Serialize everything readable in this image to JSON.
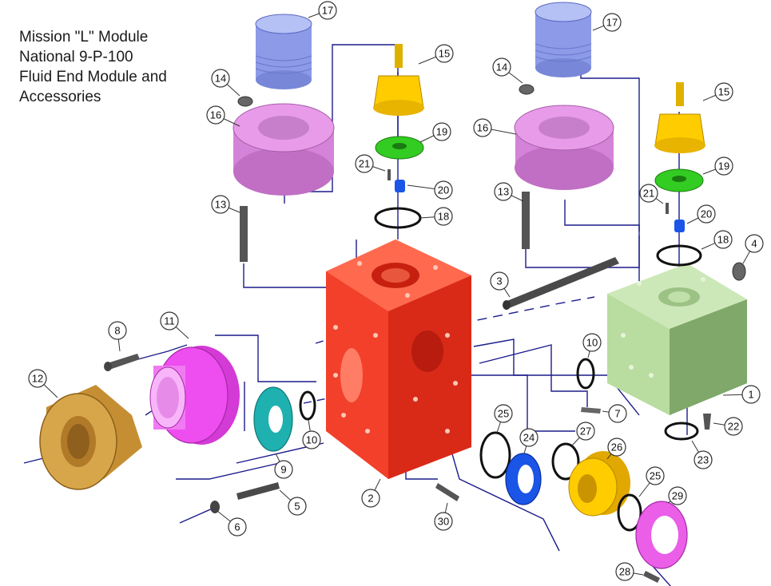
{
  "title": {
    "line1": "Mission \"L\" Module",
    "line2": "National 9-P-100",
    "line3": "Fluid End Module and",
    "line4": "Accessories"
  },
  "colors": {
    "red_module": "#f2402a",
    "green_module": "#b9dca0",
    "gold": "#d8a64a",
    "magenta": "#ee4df0",
    "teal": "#1fb0b0",
    "yellow": "#ffcc00",
    "green_part": "#33cc22",
    "blue_part": "#1a55e8",
    "pink_flange": "#e79be8",
    "lavender_cap": "#8c9ae8",
    "dark_rod": "#555555",
    "leader_line": "#1c1c8c"
  },
  "callouts": [
    {
      "label": "17"
    },
    {
      "label": "15"
    },
    {
      "label": "14"
    },
    {
      "label": "16"
    },
    {
      "label": "19"
    },
    {
      "label": "21"
    },
    {
      "label": "20"
    },
    {
      "label": "13"
    },
    {
      "label": "18"
    },
    {
      "label": "17"
    },
    {
      "label": "15"
    },
    {
      "label": "14"
    },
    {
      "label": "16"
    },
    {
      "label": "19"
    },
    {
      "label": "13"
    },
    {
      "label": "21"
    },
    {
      "label": "20"
    },
    {
      "label": "18"
    },
    {
      "label": "4"
    },
    {
      "label": "3"
    },
    {
      "label": "8"
    },
    {
      "label": "11"
    },
    {
      "label": "12"
    },
    {
      "label": "10"
    },
    {
      "label": "9"
    },
    {
      "label": "10"
    },
    {
      "label": "1"
    },
    {
      "label": "7"
    },
    {
      "label": "22"
    },
    {
      "label": "23"
    },
    {
      "label": "25"
    },
    {
      "label": "24"
    },
    {
      "label": "27"
    },
    {
      "label": "26"
    },
    {
      "label": "25"
    },
    {
      "label": "29"
    },
    {
      "label": "5"
    },
    {
      "label": "6"
    },
    {
      "label": "2"
    },
    {
      "label": "30"
    },
    {
      "label": "28"
    }
  ]
}
